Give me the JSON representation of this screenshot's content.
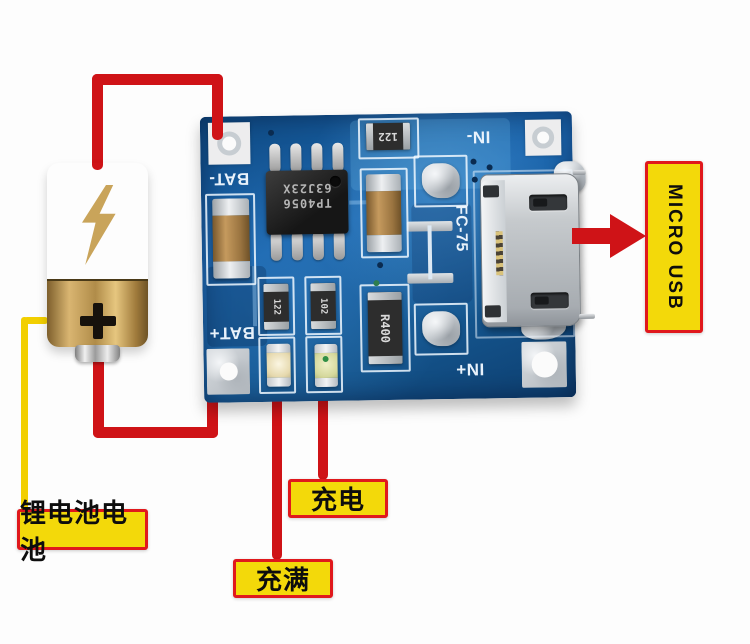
{
  "annotations": {
    "battery_label": "锂电池电池",
    "charging_label": "充电",
    "full_label": "充满",
    "usb_label": "MICRO USB"
  },
  "board": {
    "silkscreen": {
      "bat_minus": "BAT-",
      "bat_plus": "BAT+",
      "in_minus": "IN-",
      "in_plus": "IN+",
      "model": "FC-75"
    },
    "chip": {
      "line1": "TP4056",
      "line2": "63J23X"
    },
    "components": {
      "res_top": "122",
      "res_left": "122",
      "res_right": "102",
      "res_r400": "R400"
    }
  },
  "colors": {
    "annotation_red": "#cf1317",
    "label_yellow": "#f3d90a",
    "label_border": "#e0181c",
    "wire_yellow": "#f2cf00",
    "pcb_blue": "#15589c",
    "silkscreen": "#e9f2fb"
  }
}
